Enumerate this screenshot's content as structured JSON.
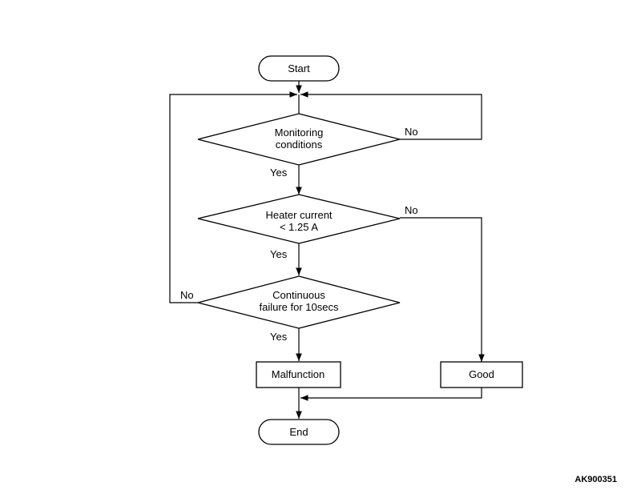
{
  "nodes": {
    "start": {
      "label": "Start"
    },
    "monitoring": {
      "line1": "Monitoring",
      "line2": "conditions"
    },
    "heater": {
      "line1": "Heater current",
      "line2": "< 1.25 A"
    },
    "continuous": {
      "line1": "Continuous",
      "line2": "failure for 10secs"
    },
    "malfunction": {
      "label": "Malfunction"
    },
    "good": {
      "label": "Good"
    },
    "end": {
      "label": "End"
    }
  },
  "edges": {
    "monitoring_yes": "Yes",
    "monitoring_no": "No",
    "heater_yes": "Yes",
    "heater_no": "No",
    "continuous_yes": "Yes",
    "continuous_no": "No"
  },
  "figure_code": "AK900351"
}
